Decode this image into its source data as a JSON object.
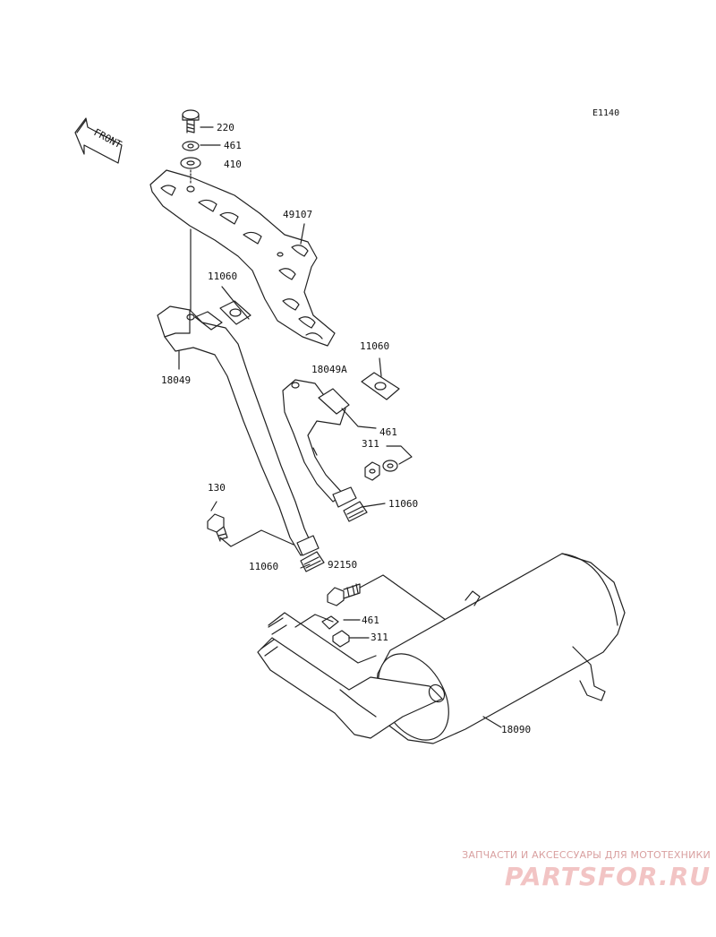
{
  "diagram_code": "E1140",
  "front_label": "FRONT",
  "part_labels": {
    "p220": "220",
    "p461_top": "461",
    "p410": "410",
    "p49107": "49107",
    "p11060_a": "11060",
    "p18049": "18049",
    "p11060_b": "11060",
    "p18049a": "18049A",
    "p461_mid": "461",
    "p311_mid": "311",
    "p11060_c": "11060",
    "p130": "130",
    "p11060_d": "11060",
    "p92150": "92150",
    "p461_low": "461",
    "p311_low": "311",
    "p18090": "18090"
  },
  "watermark": {
    "tagline": "ЗАПЧАСТИ И АКСЕССУАРЫ ДЛЯ МОТОТЕХНИКИ",
    "logo": "PARTSFOR.RU"
  },
  "colors": {
    "line": "#222222",
    "watermark": "#f2c4c4"
  }
}
